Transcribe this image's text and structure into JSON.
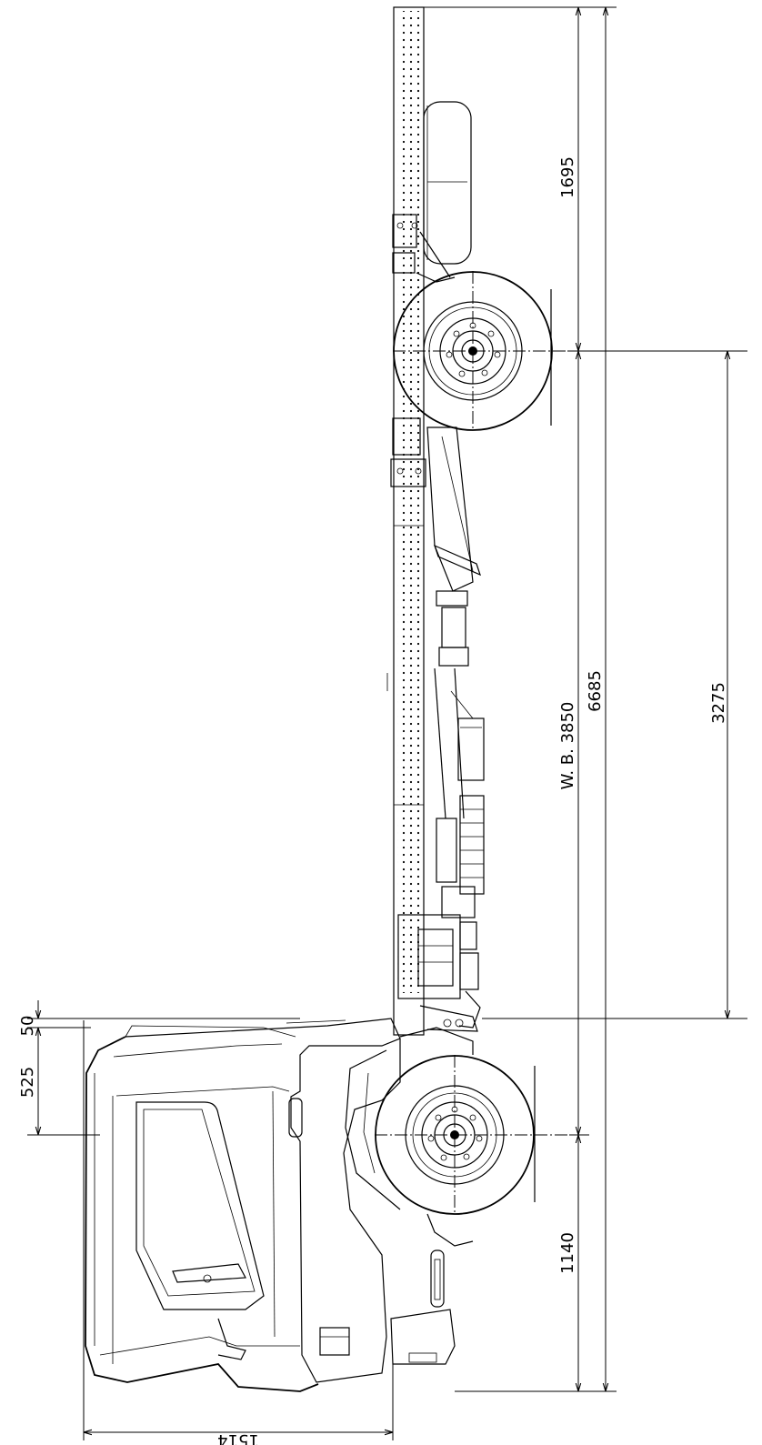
{
  "dimensions": {
    "rear_overhang": "1695",
    "wheelbase": "W. B. 3850",
    "overall_length": "6685",
    "cab_to_rear_axle": "3275",
    "front_overhang": "1140",
    "cab_offset_top": "50",
    "cab_to_front_axle": "525",
    "cab_length": "1514"
  },
  "colors": {
    "line": "#000000",
    "background": "#ffffff"
  }
}
